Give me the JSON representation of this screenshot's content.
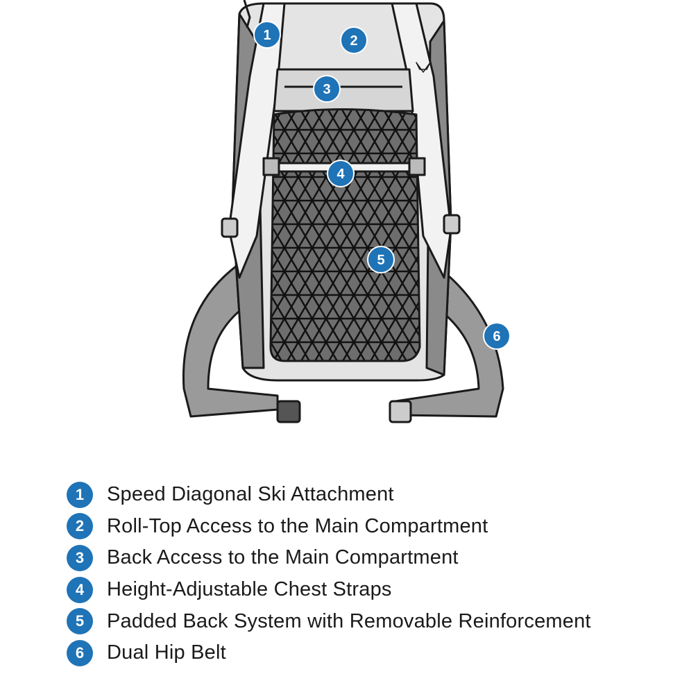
{
  "colors": {
    "badge": "#1f73b7",
    "outline": "#1a1a1a",
    "light": "#e4e4e4",
    "mid": "#9a9a9a",
    "dark": "#6e6e6e"
  },
  "callouts": [
    "1",
    "2",
    "3",
    "4",
    "5",
    "6"
  ],
  "legend": [
    {
      "num": "1",
      "label": "Speed Diagonal Ski Attachment"
    },
    {
      "num": "2",
      "label": "Roll-Top Access to the Main Compartment"
    },
    {
      "num": "3",
      "label": "Back Access to the Main Compartment"
    },
    {
      "num": "4",
      "label": "Height-Adjustable Chest Straps"
    },
    {
      "num": "5",
      "label": "Padded Back System with Removable Reinforcement"
    },
    {
      "num": "6",
      "label": "Dual Hip Belt"
    }
  ]
}
